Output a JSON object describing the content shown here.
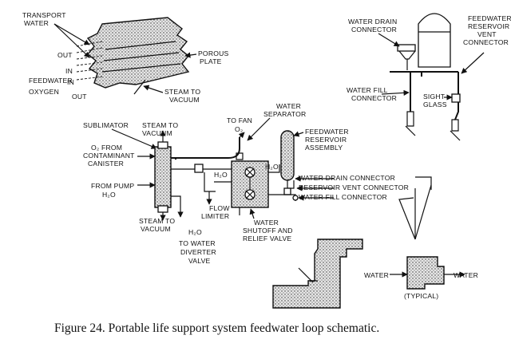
{
  "caption": "Figure 24.  Portable life support system feedwater loop schematic.",
  "labels": {
    "transport_water": [
      "TRANSPORT",
      "WATER"
    ],
    "out_top": "OUT",
    "in_top": "IN",
    "feedwater": "FEEDWATER",
    "in_mid": "IN",
    "oxygen": "OXYGEN",
    "out_bottom": "OUT",
    "porous_plate": [
      "POROUS",
      "PLATE"
    ],
    "steam_to_vacuum_top": [
      "STEAM TO",
      "VACUUM"
    ],
    "sublimator": "SUBLIMATOR",
    "steam_to_vacuum_mid": [
      "STEAM TO",
      "VACUUM"
    ],
    "to_fan": "TO FAN",
    "to_fan_o2": "O₂",
    "water_separator": [
      "WATER",
      "SEPARATOR"
    ],
    "feedwater_reservoir_assembly": [
      "FEEDWATER",
      "RESERVOIR",
      "ASSEMBLY"
    ],
    "o2_from_contaminant_canister": [
      "O₂ FROM",
      "CONTAMINANT",
      "CANISTER"
    ],
    "from_pump_h2o": [
      "FROM PUMP",
      "H₂O"
    ],
    "h2o_center": "H₂O",
    "h2o_reservoir": "H₂O",
    "water_drain_connector_right": "WATER DRAIN CONNECTOR",
    "reservoir_vent_connector_right": "RESERVOIR VENT CONNECTOR",
    "water_fill_connector_right": "WATER FILL CONNECTOR",
    "steam_to_vacuum_bottom": [
      "STEAM TO",
      "VACUUM"
    ],
    "flow_limiter": [
      "FLOW",
      "LIMITER"
    ],
    "h2o_to_water_diverter_valve": [
      "H₂O",
      "TO WATER",
      "DIVERTER",
      "VALVE"
    ],
    "water_shutoff_relief_valve": [
      "WATER",
      "SHUTOFF AND",
      "RELIEF VALVE"
    ],
    "water_drain_connector_top": [
      "WATER DRAIN",
      "CONNECTOR"
    ],
    "feedwater_reservoir_vent_connector": [
      "FEEDWATER",
      "RESERVOIR",
      "VENT",
      "CONNECTOR"
    ],
    "water_fill_connector_left": [
      "WATER FILL",
      "CONNECTOR"
    ],
    "sight_glass": [
      "SIGHT",
      "GLASS"
    ],
    "water_in": "WATER",
    "water_out": "WATER",
    "typical": "(TYPICAL)"
  }
}
